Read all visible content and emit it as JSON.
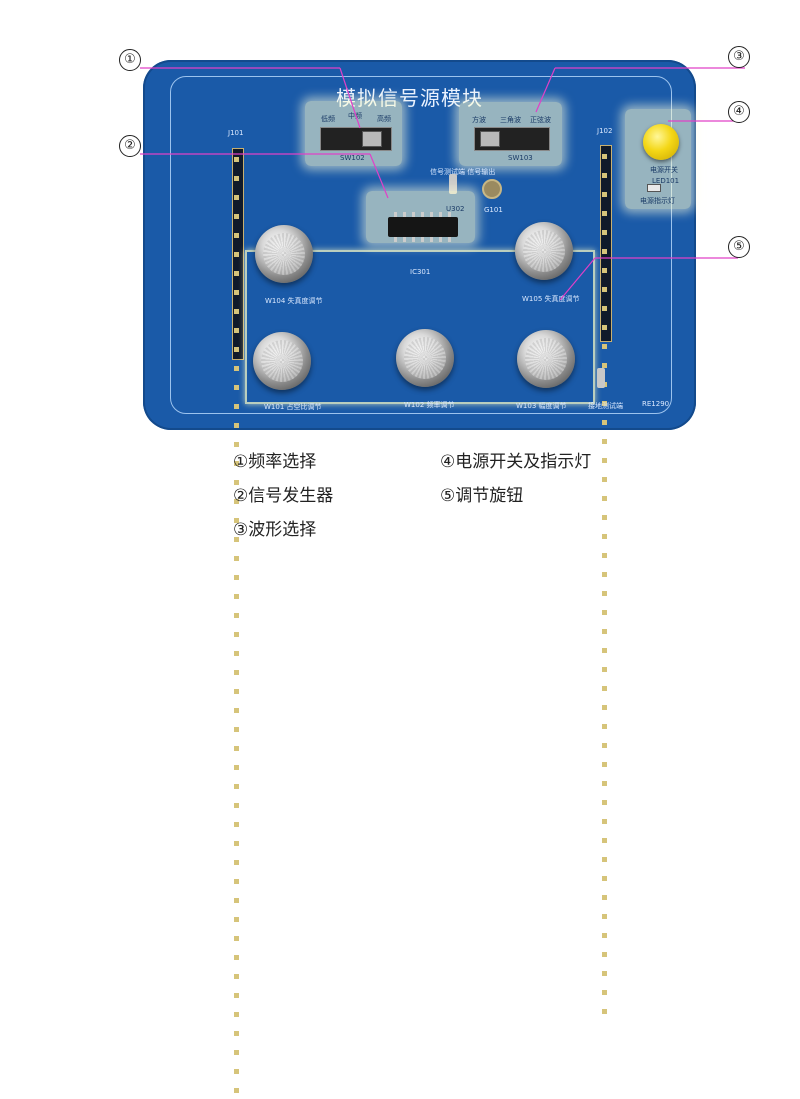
{
  "board": {
    "title": "模拟信号源模块",
    "freq_labels": [
      "低频",
      "中频",
      "高频"
    ],
    "freq_switch_id": "SW102",
    "wave_labels": [
      "方波",
      "三角波",
      "正弦波"
    ],
    "wave_switch_id": "SW103",
    "test_point_label": "信号测试端 信号输出",
    "chip_id": "U302",
    "chip2_id": "IC301",
    "jack_id": "G101",
    "header_left_id": "J101",
    "header_right_id": "J102",
    "power_switch_label": "电源开关",
    "power_switch_id": "LED101",
    "power_led_label": "电源指示灯",
    "knob_labels": [
      "W104 失真度调节",
      "W105 失真度调节",
      "W101 占空比调节",
      "W102 频率调节",
      "W103 幅度调节"
    ],
    "ground_label": "接地测试端",
    "model_id": "RE1290"
  },
  "callouts": [
    "①",
    "②",
    "③",
    "④",
    "⑤"
  ],
  "legend": {
    "item1": "①频率选择",
    "item2": "②信号发生器",
    "item3": "③波形选择",
    "item4": "④电源开关及指示灯",
    "item5": "⑤调节旋钮"
  },
  "colors": {
    "board": "#1a5aa8",
    "callout_line": "#e040c8",
    "glow": "#ffffd2"
  }
}
